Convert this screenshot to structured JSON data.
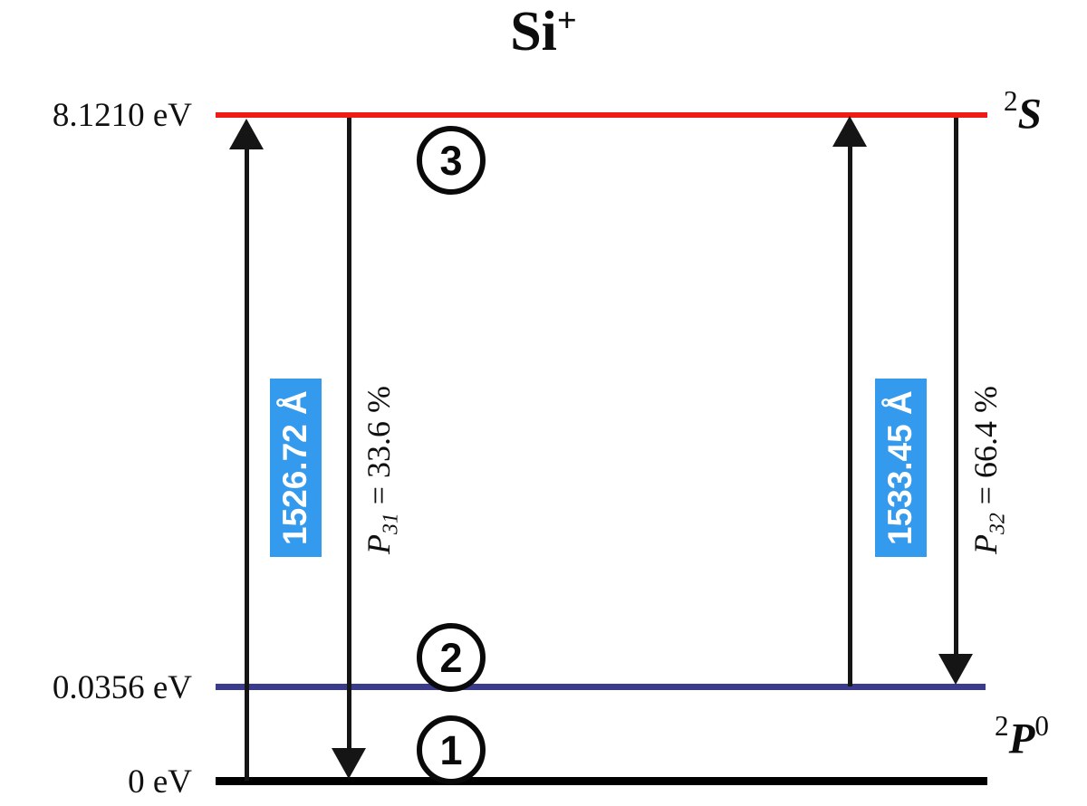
{
  "title": {
    "element": "Si",
    "charge": "+"
  },
  "levels": [
    {
      "id": "upper",
      "energy_label": "8.1210 eV",
      "energy_ev": 8.121,
      "term_prefix": "2",
      "term_letter": "S",
      "term_suffix": "",
      "color": "#ee1c14"
    },
    {
      "id": "middle",
      "energy_label": "0.0356 eV",
      "energy_ev": 0.0356,
      "term_prefix": "2",
      "term_letter": "P",
      "term_suffix": "0",
      "color": "#3b3b8c"
    },
    {
      "id": "ground",
      "energy_label": "0 eV",
      "energy_ev": 0,
      "term_prefix": "",
      "term_letter": "",
      "term_suffix": "",
      "color": "#000000"
    }
  ],
  "steps": [
    {
      "number": "1",
      "at_level": "ground"
    },
    {
      "number": "2",
      "at_level": "middle"
    },
    {
      "number": "3",
      "at_level": "upper"
    }
  ],
  "transitions": [
    {
      "id": "excitation-1",
      "direction": "up",
      "from_level": "ground",
      "to_level": "upper",
      "wavelength_label": "1526.72 Å"
    },
    {
      "id": "decay-31",
      "direction": "down",
      "from_level": "upper",
      "to_level": "ground",
      "branching_symbol": "P",
      "branching_subscript": "31",
      "branching_value": "33.6 %",
      "branching_label": "P31 = 33.6 %"
    },
    {
      "id": "excitation-2",
      "direction": "up",
      "from_level": "middle",
      "to_level": "upper",
      "wavelength_label": "1533.45 Å"
    },
    {
      "id": "decay-32",
      "direction": "down",
      "from_level": "upper",
      "to_level": "middle",
      "branching_symbol": "P",
      "branching_subscript": "32",
      "branching_value": "66.4 %",
      "branching_label": "P32 = 66.4 %"
    }
  ],
  "colors": {
    "upper_level": "#ee1c14",
    "middle_level": "#3b3b8c",
    "ground_level": "#000000",
    "wavelength_chip": "#339aee",
    "chip_text": "#ffffff",
    "arrow": "#151515"
  }
}
